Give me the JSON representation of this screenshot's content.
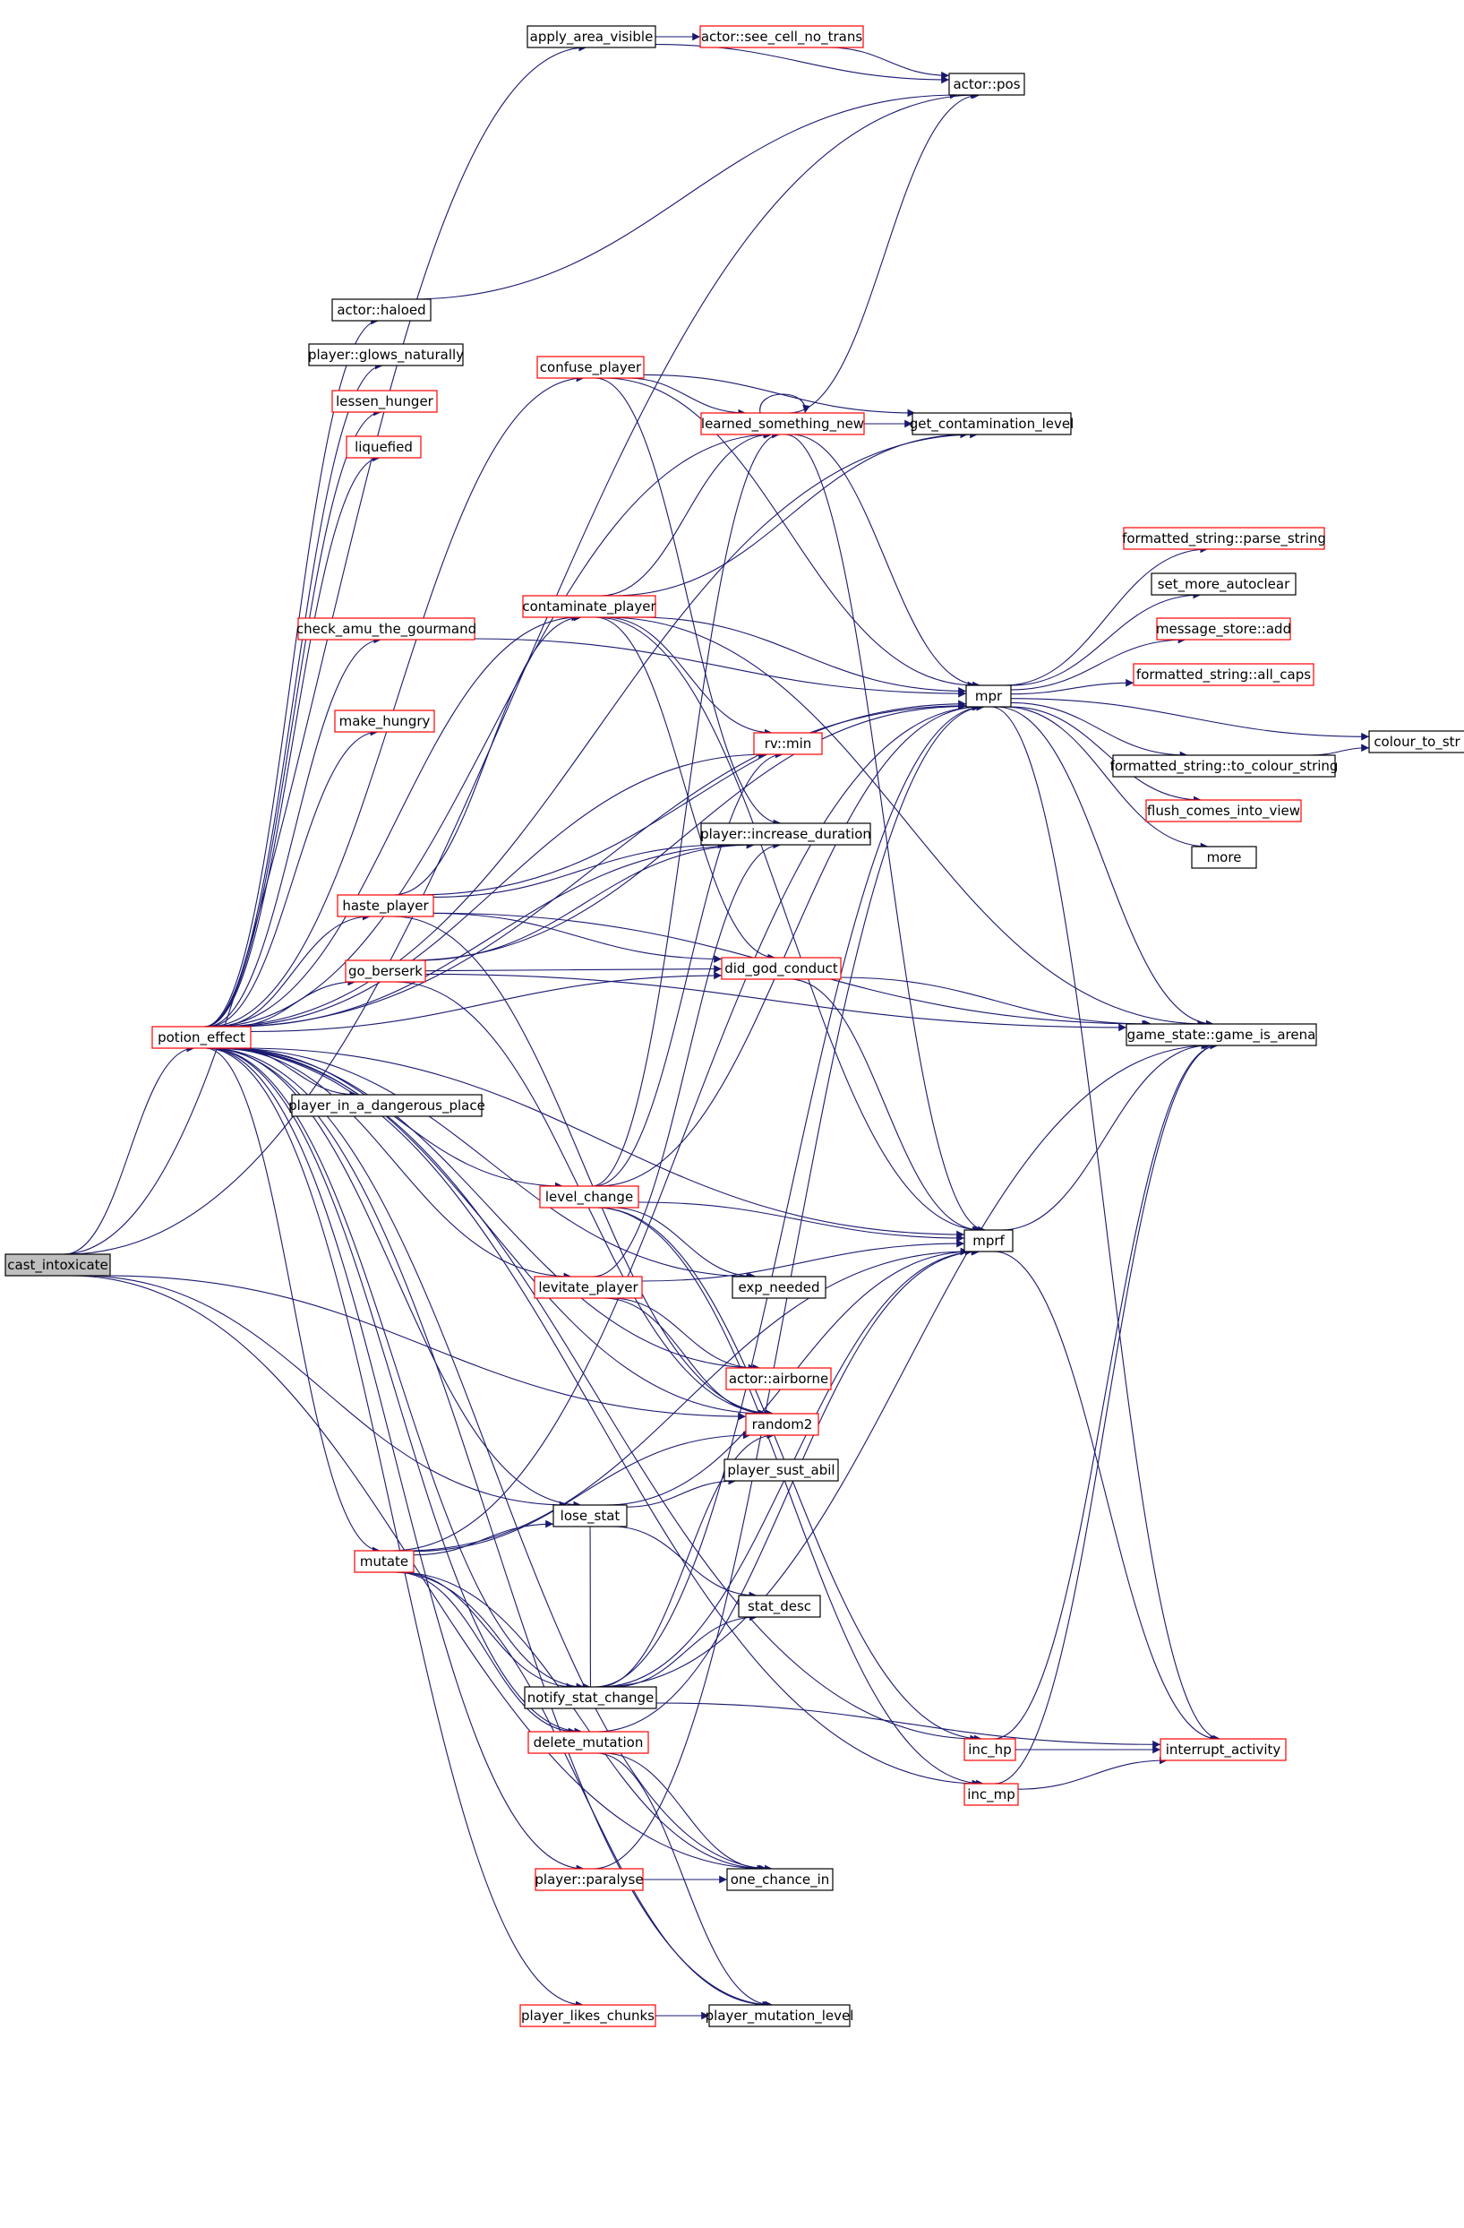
{
  "diagram": {
    "colors": {
      "edge": "#191970",
      "node_border_plain": "#000000",
      "node_border_linked": "#ff0000",
      "node_fill_root": "#bfbfbf",
      "node_fill": "#ffffff",
      "text": "#000000"
    },
    "nodes": [
      {
        "id": "cast_intoxicate",
        "label": "cast_intoxicate",
        "style": "root"
      },
      {
        "id": "potion_effect",
        "label": "potion_effect",
        "style": "linked"
      },
      {
        "id": "apply_area_visible",
        "label": "apply_area_visible",
        "style": "plain"
      },
      {
        "id": "see_cell",
        "label": "actor::see_cell_no_trans",
        "style": "linked"
      },
      {
        "id": "actor_pos",
        "label": "actor::pos",
        "style": "plain"
      },
      {
        "id": "actor_haloed",
        "label": "actor::haloed",
        "style": "plain"
      },
      {
        "id": "glows",
        "label": "player::glows_naturally",
        "style": "plain"
      },
      {
        "id": "lessen_hunger",
        "label": "lessen_hunger",
        "style": "linked"
      },
      {
        "id": "liquefied",
        "label": "liquefied",
        "style": "linked"
      },
      {
        "id": "confuse_player",
        "label": "confuse_player",
        "style": "linked"
      },
      {
        "id": "learned",
        "label": "learned_something_new",
        "style": "linked"
      },
      {
        "id": "get_contam",
        "label": "get_contamination_level",
        "style": "plain"
      },
      {
        "id": "check_amu",
        "label": "check_amu_the_gourmand",
        "style": "linked"
      },
      {
        "id": "contaminate_player",
        "label": "contaminate_player",
        "style": "linked"
      },
      {
        "id": "make_hungry",
        "label": "make_hungry",
        "style": "linked"
      },
      {
        "id": "rv_min",
        "label": "rv::min",
        "style": "linked"
      },
      {
        "id": "increase_duration",
        "label": "player::increase_duration",
        "style": "plain"
      },
      {
        "id": "haste_player",
        "label": "haste_player",
        "style": "linked"
      },
      {
        "id": "go_berserk",
        "label": "go_berserk",
        "style": "linked"
      },
      {
        "id": "did_god_conduct",
        "label": "did_god_conduct",
        "style": "linked"
      },
      {
        "id": "dangerous_place",
        "label": "player_in_a_dangerous_place",
        "style": "plain"
      },
      {
        "id": "level_change",
        "label": "level_change",
        "style": "linked"
      },
      {
        "id": "exp_needed",
        "label": "exp_needed",
        "style": "plain"
      },
      {
        "id": "levitate_player",
        "label": "levitate_player",
        "style": "linked"
      },
      {
        "id": "actor_airborne",
        "label": "actor::airborne",
        "style": "linked"
      },
      {
        "id": "random2",
        "label": "random2",
        "style": "linked"
      },
      {
        "id": "player_sust_abil",
        "label": "player_sust_abil",
        "style": "plain"
      },
      {
        "id": "lose_stat",
        "label": "lose_stat",
        "style": "plain"
      },
      {
        "id": "mutate",
        "label": "mutate",
        "style": "linked"
      },
      {
        "id": "stat_desc",
        "label": "stat_desc",
        "style": "plain"
      },
      {
        "id": "notify_stat_change",
        "label": "notify_stat_change",
        "style": "plain"
      },
      {
        "id": "delete_mutation",
        "label": "delete_mutation",
        "style": "linked"
      },
      {
        "id": "player_paralyse",
        "label": "player::paralyse",
        "style": "linked"
      },
      {
        "id": "one_chance_in",
        "label": "one_chance_in",
        "style": "plain"
      },
      {
        "id": "likes_chunks",
        "label": "player_likes_chunks",
        "style": "linked"
      },
      {
        "id": "mutation_level",
        "label": "player_mutation_level",
        "style": "plain"
      },
      {
        "id": "mpr",
        "label": "mpr",
        "style": "plain"
      },
      {
        "id": "mprf",
        "label": "mprf",
        "style": "plain"
      },
      {
        "id": "parse_string",
        "label": "formatted_string::parse_string",
        "style": "linked"
      },
      {
        "id": "set_more_autoclear",
        "label": "set_more_autoclear",
        "style": "plain"
      },
      {
        "id": "message_store_add",
        "label": "message_store::add",
        "style": "linked"
      },
      {
        "id": "all_caps",
        "label": "formatted_string::all_caps",
        "style": "linked"
      },
      {
        "id": "colour_to_str",
        "label": "colour_to_str",
        "style": "plain"
      },
      {
        "id": "to_colour_string",
        "label": "formatted_string::to_colour_string",
        "style": "plain"
      },
      {
        "id": "flush_comes",
        "label": "flush_comes_into_view",
        "style": "linked"
      },
      {
        "id": "more",
        "label": "more",
        "style": "plain"
      },
      {
        "id": "game_is_arena",
        "label": "game_state::game_is_arena",
        "style": "plain"
      },
      {
        "id": "inc_hp",
        "label": "inc_hp",
        "style": "linked"
      },
      {
        "id": "inc_mp",
        "label": "inc_mp",
        "style": "linked"
      },
      {
        "id": "interrupt_activity",
        "label": "interrupt_activity",
        "style": "linked"
      }
    ],
    "edges": [
      [
        "cast_intoxicate",
        "potion_effect"
      ],
      [
        "cast_intoxicate",
        "apply_area_visible"
      ],
      [
        "cast_intoxicate",
        "actor_pos"
      ],
      [
        "cast_intoxicate",
        "random2"
      ],
      [
        "cast_intoxicate",
        "lose_stat"
      ],
      [
        "cast_intoxicate",
        "one_chance_in"
      ],
      [
        "apply_area_visible",
        "see_cell"
      ],
      [
        "apply_area_visible",
        "actor_pos"
      ],
      [
        "see_cell",
        "actor_pos"
      ],
      [
        "potion_effect",
        "actor_haloed"
      ],
      [
        "potion_effect",
        "glows"
      ],
      [
        "potion_effect",
        "lessen_hunger"
      ],
      [
        "potion_effect",
        "liquefied"
      ],
      [
        "potion_effect",
        "confuse_player"
      ],
      [
        "potion_effect",
        "learned"
      ],
      [
        "potion_effect",
        "check_amu"
      ],
      [
        "potion_effect",
        "contaminate_player"
      ],
      [
        "potion_effect",
        "make_hungry"
      ],
      [
        "potion_effect",
        "rv_min"
      ],
      [
        "potion_effect",
        "increase_duration"
      ],
      [
        "potion_effect",
        "haste_player"
      ],
      [
        "potion_effect",
        "go_berserk"
      ],
      [
        "potion_effect",
        "did_god_conduct"
      ],
      [
        "potion_effect",
        "dangerous_place"
      ],
      [
        "potion_effect",
        "level_change"
      ],
      [
        "potion_effect",
        "exp_needed"
      ],
      [
        "potion_effect",
        "levitate_player"
      ],
      [
        "potion_effect",
        "actor_airborne"
      ],
      [
        "potion_effect",
        "random2"
      ],
      [
        "potion_effect",
        "lose_stat"
      ],
      [
        "potion_effect",
        "mutate"
      ],
      [
        "potion_effect",
        "notify_stat_change"
      ],
      [
        "potion_effect",
        "delete_mutation"
      ],
      [
        "potion_effect",
        "player_paralyse"
      ],
      [
        "potion_effect",
        "one_chance_in"
      ],
      [
        "potion_effect",
        "likes_chunks"
      ],
      [
        "potion_effect",
        "mutation_level"
      ],
      [
        "potion_effect",
        "mpr"
      ],
      [
        "potion_effect",
        "mprf"
      ],
      [
        "potion_effect",
        "inc_hp"
      ],
      [
        "potion_effect",
        "inc_mp"
      ],
      [
        "potion_effect",
        "get_contam"
      ],
      [
        "actor_haloed",
        "actor_pos"
      ],
      [
        "confuse_player",
        "learned"
      ],
      [
        "confuse_player",
        "get_contam"
      ],
      [
        "confuse_player",
        "mpr"
      ],
      [
        "confuse_player",
        "increase_duration"
      ],
      [
        "learned",
        "learned"
      ],
      [
        "learned",
        "get_contam"
      ],
      [
        "learned",
        "actor_pos"
      ],
      [
        "learned",
        "mpr"
      ],
      [
        "learned",
        "mprf"
      ],
      [
        "check_amu",
        "mpr"
      ],
      [
        "contaminate_player",
        "learned"
      ],
      [
        "contaminate_player",
        "get_contam"
      ],
      [
        "contaminate_player",
        "mpr"
      ],
      [
        "contaminate_player",
        "mprf"
      ],
      [
        "contaminate_player",
        "did_god_conduct"
      ],
      [
        "contaminate_player",
        "game_is_arena"
      ],
      [
        "contaminate_player",
        "rv_min"
      ],
      [
        "haste_player",
        "contaminate_player"
      ],
      [
        "haste_player",
        "increase_duration"
      ],
      [
        "haste_player",
        "did_god_conduct"
      ],
      [
        "haste_player",
        "mpr"
      ],
      [
        "haste_player",
        "game_is_arena"
      ],
      [
        "haste_player",
        "random2"
      ],
      [
        "go_berserk",
        "increase_duration"
      ],
      [
        "go_berserk",
        "did_god_conduct"
      ],
      [
        "go_berserk",
        "game_is_arena"
      ],
      [
        "go_berserk",
        "mpr"
      ],
      [
        "go_berserk",
        "random2"
      ],
      [
        "did_god_conduct",
        "game_is_arena"
      ],
      [
        "did_god_conduct",
        "mprf"
      ],
      [
        "level_change",
        "learned"
      ],
      [
        "level_change",
        "rv_min"
      ],
      [
        "level_change",
        "mpr"
      ],
      [
        "level_change",
        "mprf"
      ],
      [
        "level_change",
        "exp_needed"
      ],
      [
        "level_change",
        "inc_hp"
      ],
      [
        "level_change",
        "inc_mp"
      ],
      [
        "levitate_player",
        "increase_duration"
      ],
      [
        "levitate_player",
        "actor_airborne"
      ],
      [
        "levitate_player",
        "random2"
      ],
      [
        "levitate_player",
        "mprf"
      ],
      [
        "lose_stat",
        "player_sust_abil"
      ],
      [
        "lose_stat",
        "stat_desc"
      ],
      [
        "lose_stat",
        "mprf"
      ],
      [
        "lose_stat",
        "notify_stat_change"
      ],
      [
        "mutate",
        "lose_stat"
      ],
      [
        "mutate",
        "notify_stat_change"
      ],
      [
        "mutate",
        "delete_mutation"
      ],
      [
        "mutate",
        "mpr"
      ],
      [
        "mutate",
        "mprf"
      ],
      [
        "mutate",
        "random2"
      ],
      [
        "mutate",
        "one_chance_in"
      ],
      [
        "mutate",
        "mutation_level"
      ],
      [
        "notify_stat_change",
        "stat_desc"
      ],
      [
        "notify_stat_change",
        "mpr"
      ],
      [
        "notify_stat_change",
        "mprf"
      ],
      [
        "notify_stat_change",
        "random2"
      ],
      [
        "notify_stat_change",
        "game_is_arena"
      ],
      [
        "notify_stat_change",
        "interrupt_activity"
      ],
      [
        "delete_mutation",
        "one_chance_in"
      ],
      [
        "delete_mutation",
        "mutation_level"
      ],
      [
        "delete_mutation",
        "mprf"
      ],
      [
        "player_paralyse",
        "one_chance_in"
      ],
      [
        "player_paralyse",
        "mpr"
      ],
      [
        "likes_chunks",
        "mutation_level"
      ],
      [
        "mpr",
        "parse_string"
      ],
      [
        "mpr",
        "set_more_autoclear"
      ],
      [
        "mpr",
        "message_store_add"
      ],
      [
        "mpr",
        "all_caps"
      ],
      [
        "mpr",
        "colour_to_str"
      ],
      [
        "mpr",
        "to_colour_string"
      ],
      [
        "mpr",
        "flush_comes"
      ],
      [
        "mpr",
        "more"
      ],
      [
        "mpr",
        "game_is_arena"
      ],
      [
        "mpr",
        "interrupt_activity"
      ],
      [
        "to_colour_string",
        "colour_to_str"
      ],
      [
        "mprf",
        "game_is_arena"
      ],
      [
        "mprf",
        "interrupt_activity"
      ],
      [
        "inc_hp",
        "game_is_arena"
      ],
      [
        "inc_hp",
        "interrupt_activity"
      ],
      [
        "inc_mp",
        "game_is_arena"
      ],
      [
        "inc_mp",
        "interrupt_activity"
      ]
    ]
  }
}
